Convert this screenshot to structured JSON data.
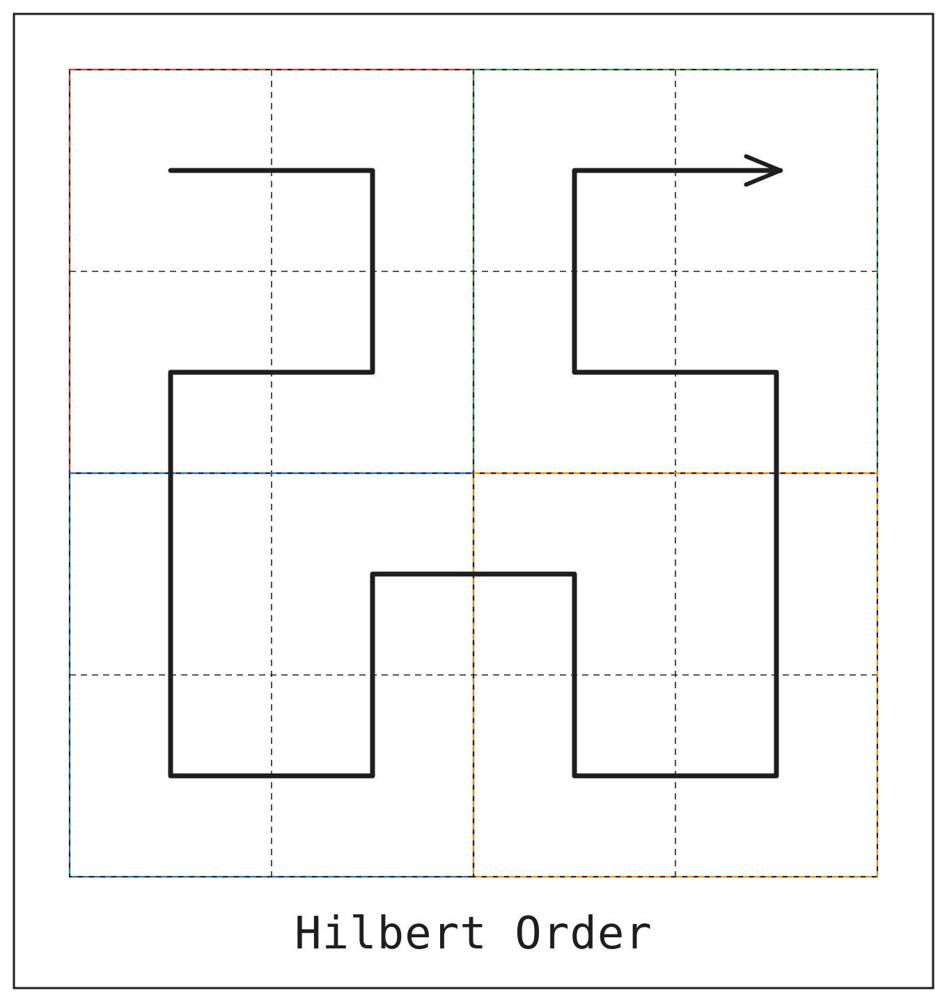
{
  "title": "Hilbert Order",
  "colors": {
    "ink": "#1e1e1e",
    "quadrant_top_left": "#e03131",
    "quadrant_top_right": "#2f9e44",
    "quadrant_bottom_left": "#1971c2",
    "quadrant_bottom_right": "#f08c00"
  },
  "grid": {
    "cells_per_side": 4,
    "quadrants": [
      {
        "name": "top-left",
        "color_key": "quadrant_top_left"
      },
      {
        "name": "top-right",
        "color_key": "quadrant_top_right"
      },
      {
        "name": "bottom-left",
        "color_key": "quadrant_bottom_left"
      },
      {
        "name": "bottom-right",
        "color_key": "quadrant_bottom_right"
      }
    ]
  },
  "curve": {
    "order": 2,
    "cells": [
      [
        0,
        0
      ],
      [
        1,
        0
      ],
      [
        1,
        1
      ],
      [
        0,
        1
      ],
      [
        0,
        2
      ],
      [
        0,
        3
      ],
      [
        1,
        3
      ],
      [
        1,
        2
      ],
      [
        2,
        2
      ],
      [
        2,
        3
      ],
      [
        3,
        3
      ],
      [
        3,
        2
      ],
      [
        3,
        1
      ],
      [
        2,
        1
      ],
      [
        2,
        0
      ],
      [
        3,
        0
      ]
    ],
    "ends_with_arrow": true
  }
}
